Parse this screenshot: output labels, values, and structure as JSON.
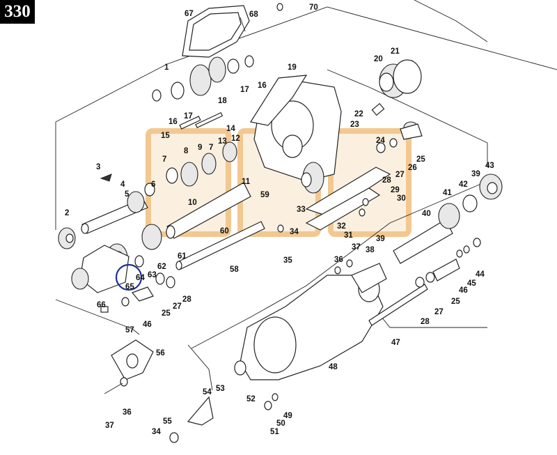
{
  "page_number": "330",
  "colors": {
    "highlight": "#f2c890",
    "selection_circle": "#1e2f9a",
    "page_badge": "#000000"
  },
  "callouts": [
    {
      "id": "c67",
      "text": "67"
    },
    {
      "id": "c68",
      "text": "68"
    },
    {
      "id": "c70",
      "text": "70"
    },
    {
      "id": "c1",
      "text": "1"
    },
    {
      "id": "c19",
      "text": "19"
    },
    {
      "id": "c20",
      "text": "20"
    },
    {
      "id": "c21",
      "text": "21"
    },
    {
      "id": "c18",
      "text": "18"
    },
    {
      "id": "c17a",
      "text": "17"
    },
    {
      "id": "c16a",
      "text": "16"
    },
    {
      "id": "c16b",
      "text": "16"
    },
    {
      "id": "c17b",
      "text": "17"
    },
    {
      "id": "c14",
      "text": "14"
    },
    {
      "id": "c15",
      "text": "15"
    },
    {
      "id": "c12",
      "text": "12"
    },
    {
      "id": "c13",
      "text": "13"
    },
    {
      "id": "c22",
      "text": "22"
    },
    {
      "id": "c23",
      "text": "23"
    },
    {
      "id": "c24",
      "text": "24"
    },
    {
      "id": "c25a",
      "text": "25"
    },
    {
      "id": "c7a",
      "text": "7"
    },
    {
      "id": "c8",
      "text": "8"
    },
    {
      "id": "c9",
      "text": "9"
    },
    {
      "id": "c7b",
      "text": "7"
    },
    {
      "id": "c11",
      "text": "11"
    },
    {
      "id": "c26",
      "text": "26"
    },
    {
      "id": "c27a",
      "text": "27"
    },
    {
      "id": "c28a",
      "text": "28"
    },
    {
      "id": "c3",
      "text": "3"
    },
    {
      "id": "c4",
      "text": "4"
    },
    {
      "id": "c5",
      "text": "5"
    },
    {
      "id": "c6",
      "text": "6"
    },
    {
      "id": "c10",
      "text": "10"
    },
    {
      "id": "c29",
      "text": "29"
    },
    {
      "id": "c30",
      "text": "30"
    },
    {
      "id": "c43",
      "text": "43"
    },
    {
      "id": "c42",
      "text": "42"
    },
    {
      "id": "c39a",
      "text": "39"
    },
    {
      "id": "c41",
      "text": "41"
    },
    {
      "id": "c40",
      "text": "40"
    },
    {
      "id": "c59",
      "text": "59"
    },
    {
      "id": "c33",
      "text": "33"
    },
    {
      "id": "c32",
      "text": "32"
    },
    {
      "id": "c2",
      "text": "2"
    },
    {
      "id": "c60",
      "text": "60"
    },
    {
      "id": "c34a",
      "text": "34"
    },
    {
      "id": "c31",
      "text": "31"
    },
    {
      "id": "c39b",
      "text": "39"
    },
    {
      "id": "c61",
      "text": "61"
    },
    {
      "id": "c37a",
      "text": "37"
    },
    {
      "id": "c38",
      "text": "38"
    },
    {
      "id": "c35",
      "text": "35"
    },
    {
      "id": "c36a",
      "text": "36"
    },
    {
      "id": "c62",
      "text": "62"
    },
    {
      "id": "c58",
      "text": "58"
    },
    {
      "id": "c63",
      "text": "63"
    },
    {
      "id": "c64",
      "text": "64"
    },
    {
      "id": "c65",
      "text": "65"
    },
    {
      "id": "c44",
      "text": "44"
    },
    {
      "id": "c45",
      "text": "45"
    },
    {
      "id": "c46a",
      "text": "46"
    },
    {
      "id": "c28b",
      "text": "28"
    },
    {
      "id": "c27b",
      "text": "27"
    },
    {
      "id": "c66",
      "text": "66"
    },
    {
      "id": "c25b",
      "text": "25"
    },
    {
      "id": "c25c",
      "text": "25"
    },
    {
      "id": "c27c",
      "text": "27"
    },
    {
      "id": "c28c",
      "text": "28"
    },
    {
      "id": "c57",
      "text": "57"
    },
    {
      "id": "c46b",
      "text": "46"
    },
    {
      "id": "c47",
      "text": "47"
    },
    {
      "id": "c48",
      "text": "48"
    },
    {
      "id": "c56",
      "text": "56"
    },
    {
      "id": "c53",
      "text": "53"
    },
    {
      "id": "c52",
      "text": "52"
    },
    {
      "id": "c36b",
      "text": "36"
    },
    {
      "id": "c54",
      "text": "54"
    },
    {
      "id": "c49",
      "text": "49"
    },
    {
      "id": "c37b",
      "text": "37"
    },
    {
      "id": "c50",
      "text": "50"
    },
    {
      "id": "c51",
      "text": "51"
    },
    {
      "id": "c55",
      "text": "55"
    },
    {
      "id": "c34b",
      "text": "34"
    }
  ]
}
